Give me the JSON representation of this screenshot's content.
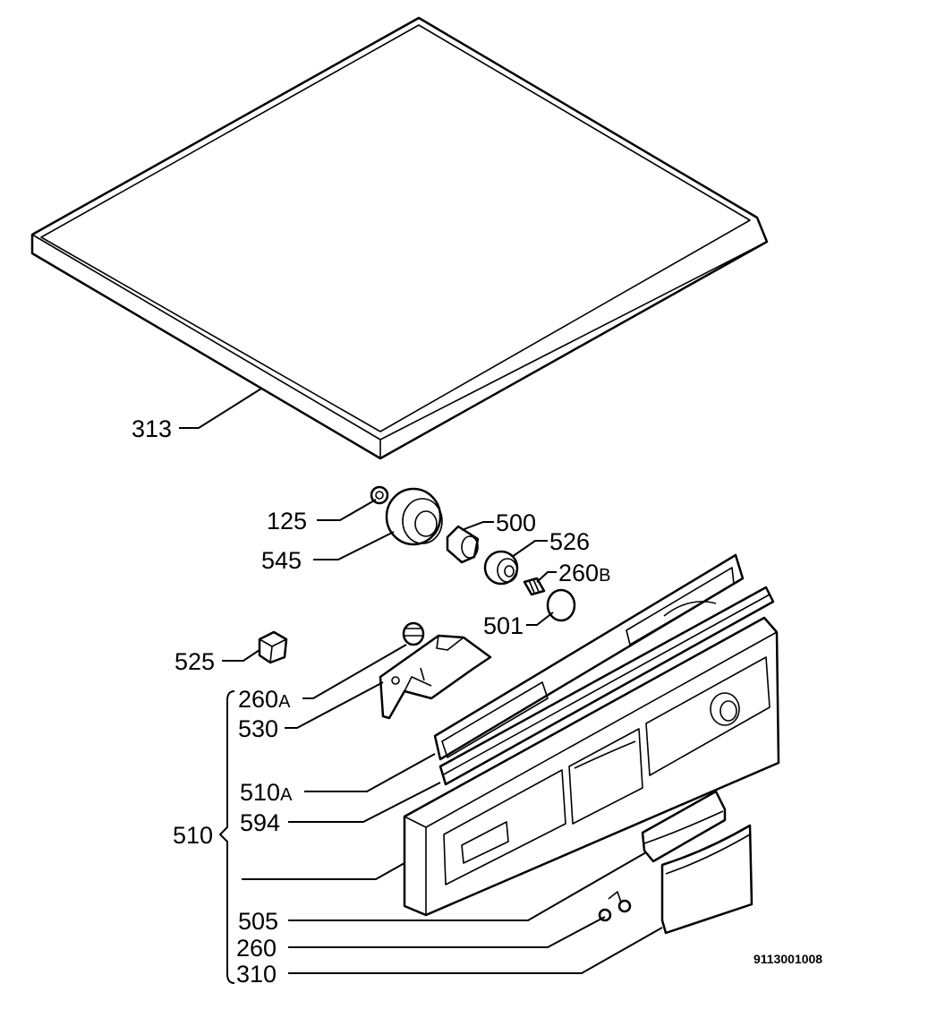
{
  "labels": {
    "l313": "313",
    "l125": "125",
    "l545": "545",
    "l500": "500",
    "l526": "526",
    "l260b": "260",
    "l260b_suffix": "B",
    "l501": "501",
    "l525": "525",
    "l260a": "260",
    "l260a_suffix": "A",
    "l530": "530",
    "l510a": "510",
    "l510a_suffix": "A",
    "l594": "594",
    "l510": "510",
    "l505": "505",
    "l260": "260",
    "l310": "310"
  },
  "document_number": "9113001008"
}
